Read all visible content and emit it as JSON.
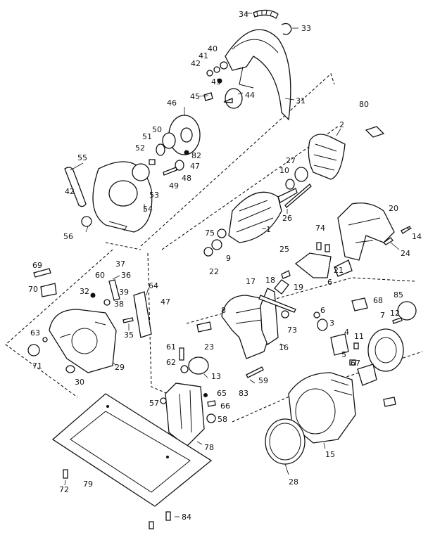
{
  "diagram": {
    "labels": [
      {
        "key": "p34",
        "text": "34"
      },
      {
        "key": "p33",
        "text": "33"
      },
      {
        "key": "p31",
        "text": "31"
      },
      {
        "key": "p40",
        "text": "40"
      },
      {
        "key": "p41",
        "text": "41"
      },
      {
        "key": "p42a",
        "text": "42"
      },
      {
        "key": "p43",
        "text": "43"
      },
      {
        "key": "p44",
        "text": "44"
      },
      {
        "key": "p45",
        "text": "45"
      },
      {
        "key": "p46",
        "text": "46"
      },
      {
        "key": "p50",
        "text": "50"
      },
      {
        "key": "p51",
        "text": "51"
      },
      {
        "key": "p52",
        "text": "52"
      },
      {
        "key": "p82",
        "text": "82"
      },
      {
        "key": "p47a",
        "text": "47"
      },
      {
        "key": "p48",
        "text": "48"
      },
      {
        "key": "p49",
        "text": "49"
      },
      {
        "key": "p53",
        "text": "53"
      },
      {
        "key": "p55",
        "text": "55"
      },
      {
        "key": "p42b",
        "text": "42"
      },
      {
        "key": "p54",
        "text": "54"
      },
      {
        "key": "p56",
        "text": "56"
      },
      {
        "key": "p80",
        "text": "80"
      },
      {
        "key": "p2",
        "text": "2"
      },
      {
        "key": "p27",
        "text": "27"
      },
      {
        "key": "p10",
        "text": "10"
      },
      {
        "key": "p26",
        "text": "26"
      },
      {
        "key": "p1",
        "text": "1"
      },
      {
        "key": "p75",
        "text": "75"
      },
      {
        "key": "p9",
        "text": "9"
      },
      {
        "key": "p22",
        "text": "22"
      },
      {
        "key": "p20",
        "text": "20"
      },
      {
        "key": "p14",
        "text": "14"
      },
      {
        "key": "p24",
        "text": "24"
      },
      {
        "key": "p74",
        "text": "74"
      },
      {
        "key": "p25",
        "text": "25"
      },
      {
        "key": "p21",
        "text": "21"
      },
      {
        "key": "p6a",
        "text": "6"
      },
      {
        "key": "p69",
        "text": "69"
      },
      {
        "key": "p70",
        "text": "70"
      },
      {
        "key": "p37",
        "text": "37"
      },
      {
        "key": "p60",
        "text": "60"
      },
      {
        "key": "p36",
        "text": "36"
      },
      {
        "key": "p32",
        "text": "32"
      },
      {
        "key": "p39",
        "text": "39"
      },
      {
        "key": "p38",
        "text": "38"
      },
      {
        "key": "p64",
        "text": "64"
      },
      {
        "key": "p47b",
        "text": "47"
      },
      {
        "key": "p35",
        "text": "35"
      },
      {
        "key": "p63",
        "text": "63"
      },
      {
        "key": "p71",
        "text": "71"
      },
      {
        "key": "p29",
        "text": "29"
      },
      {
        "key": "p30",
        "text": "30"
      },
      {
        "key": "p18",
        "text": "18"
      },
      {
        "key": "p17",
        "text": "17"
      },
      {
        "key": "p19",
        "text": "19"
      },
      {
        "key": "p8",
        "text": "8"
      },
      {
        "key": "p73",
        "text": "73"
      },
      {
        "key": "p23",
        "text": "23"
      },
      {
        "key": "p16",
        "text": "16"
      },
      {
        "key": "p59",
        "text": "59"
      },
      {
        "key": "p83",
        "text": "83"
      },
      {
        "key": "p68",
        "text": "68"
      },
      {
        "key": "p85",
        "text": "85"
      },
      {
        "key": "p6b",
        "text": "6"
      },
      {
        "key": "p3",
        "text": "3"
      },
      {
        "key": "p7",
        "text": "7"
      },
      {
        "key": "p12",
        "text": "12"
      },
      {
        "key": "p4",
        "text": "4"
      },
      {
        "key": "p11",
        "text": "11"
      },
      {
        "key": "p5",
        "text": "5"
      },
      {
        "key": "p67",
        "text": "67"
      },
      {
        "key": "p61",
        "text": "61"
      },
      {
        "key": "p62",
        "text": "62"
      },
      {
        "key": "p13",
        "text": "13"
      },
      {
        "key": "p57",
        "text": "57"
      },
      {
        "key": "p65",
        "text": "65"
      },
      {
        "key": "p66",
        "text": "66"
      },
      {
        "key": "p58",
        "text": "58"
      },
      {
        "key": "p78",
        "text": "78"
      },
      {
        "key": "p15",
        "text": "15"
      },
      {
        "key": "p28",
        "text": "28"
      },
      {
        "key": "p72",
        "text": "72"
      },
      {
        "key": "p79",
        "text": "79"
      },
      {
        "key": "p84",
        "text": "84"
      }
    ]
  }
}
